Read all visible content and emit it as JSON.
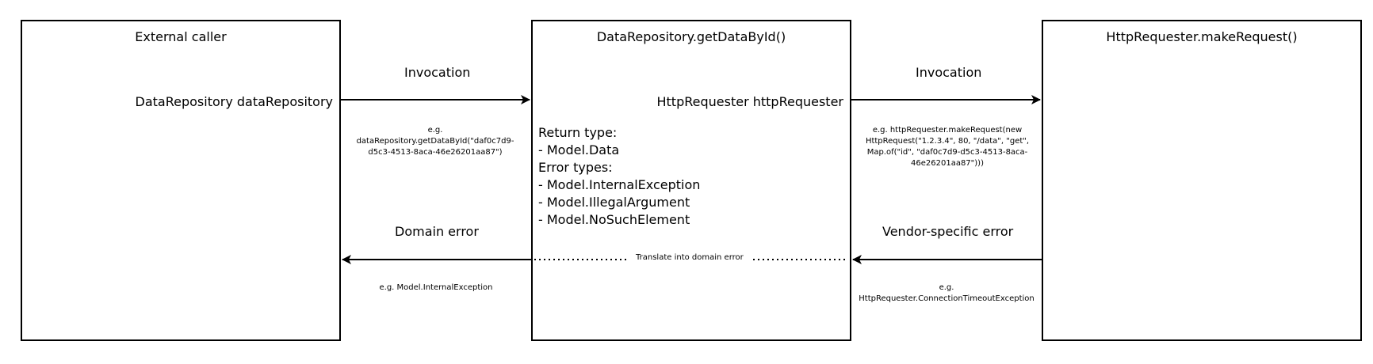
{
  "boxes": {
    "caller": {
      "title": "External caller",
      "field": "DataRepository dataRepository"
    },
    "repository": {
      "title": "DataRepository.getDataById()",
      "field": "HttpRequester httpRequester",
      "contract": [
        "Return type:",
        "- Model.Data",
        "Error types:",
        "- Model.InternalException",
        "- Model.IllegalArgument",
        "- Model.NoSuchElement"
      ]
    },
    "requester": {
      "title": "HttpRequester.makeRequest()"
    }
  },
  "arrows": {
    "invoke_repo": {
      "label": "Invocation",
      "example": "e.g. dataRepository.getDataById(\"daf0c7d9-d5c3-4513-8aca-46e26201aa87\")"
    },
    "invoke_http": {
      "label": "Invocation",
      "example": "e.g. httpRequester.makeRequest(new HttpRequest(\"1.2.3.4\", 80, \"/data\", \"get\", Map.of(\"id\", \"daf0c7d9-d5c3-4513-8aca-46e26201aa87\")))"
    },
    "domain_error": {
      "label": "Domain error",
      "example": "e.g. Model.InternalException"
    },
    "vendor_error": {
      "label": "Vendor-specific error",
      "example": "e.g. HttpRequester.ConnectionTimeoutException"
    },
    "translate": {
      "label": "Translate into domain error"
    }
  }
}
